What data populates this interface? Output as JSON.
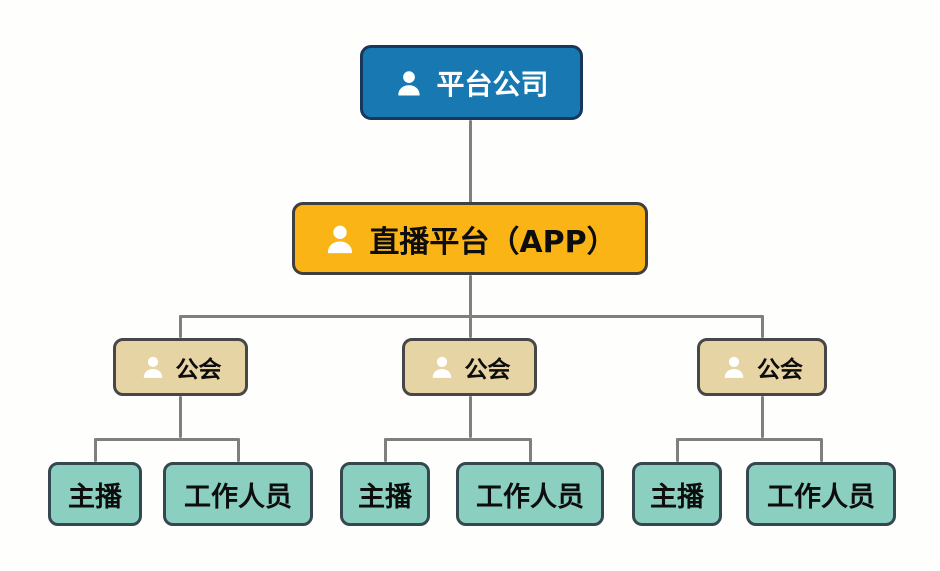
{
  "diagram": {
    "type": "org-chart",
    "nodes": {
      "platform_company": {
        "label": "平台公司",
        "icon": "person-icon",
        "level": 1,
        "color": "blue"
      },
      "live_platform": {
        "label": "直播平台（APP）",
        "icon": "person-icon",
        "level": 2,
        "color": "orange"
      },
      "guild_1": {
        "label": "公会",
        "icon": "person-icon",
        "level": 3,
        "color": "tan"
      },
      "guild_2": {
        "label": "公会",
        "icon": "person-icon",
        "level": 3,
        "color": "tan"
      },
      "guild_3": {
        "label": "公会",
        "icon": "person-icon",
        "level": 3,
        "color": "tan"
      },
      "anchor_1": {
        "label": "主播",
        "level": 4,
        "color": "teal"
      },
      "staff_1": {
        "label": "工作人员",
        "level": 4,
        "color": "teal"
      },
      "anchor_2": {
        "label": "主播",
        "level": 4,
        "color": "teal"
      },
      "staff_2": {
        "label": "工作人员",
        "level": 4,
        "color": "teal"
      },
      "anchor_3": {
        "label": "主播",
        "level": 4,
        "color": "teal"
      },
      "staff_3": {
        "label": "工作人员",
        "level": 4,
        "color": "teal"
      }
    },
    "edges": [
      [
        "platform_company",
        "live_platform"
      ],
      [
        "live_platform",
        "guild_1"
      ],
      [
        "live_platform",
        "guild_2"
      ],
      [
        "live_platform",
        "guild_3"
      ],
      [
        "guild_1",
        "anchor_1"
      ],
      [
        "guild_1",
        "staff_1"
      ],
      [
        "guild_2",
        "anchor_2"
      ],
      [
        "guild_2",
        "staff_2"
      ],
      [
        "guild_3",
        "anchor_3"
      ],
      [
        "guild_3",
        "staff_3"
      ]
    ]
  },
  "colors": {
    "node_blue_fill": "#1878B2",
    "node_blue_border": "#17375D",
    "node_orange_fill": "#FBB416",
    "node_orange_border": "#3F3F3F",
    "node_tan_fill": "#E7D4A4",
    "node_tan_border": "#474747",
    "node_teal_fill": "#8BCFC0",
    "node_teal_border": "#35484F",
    "connector_gray": "#7F7F7F",
    "background": "#FEFEFC"
  }
}
